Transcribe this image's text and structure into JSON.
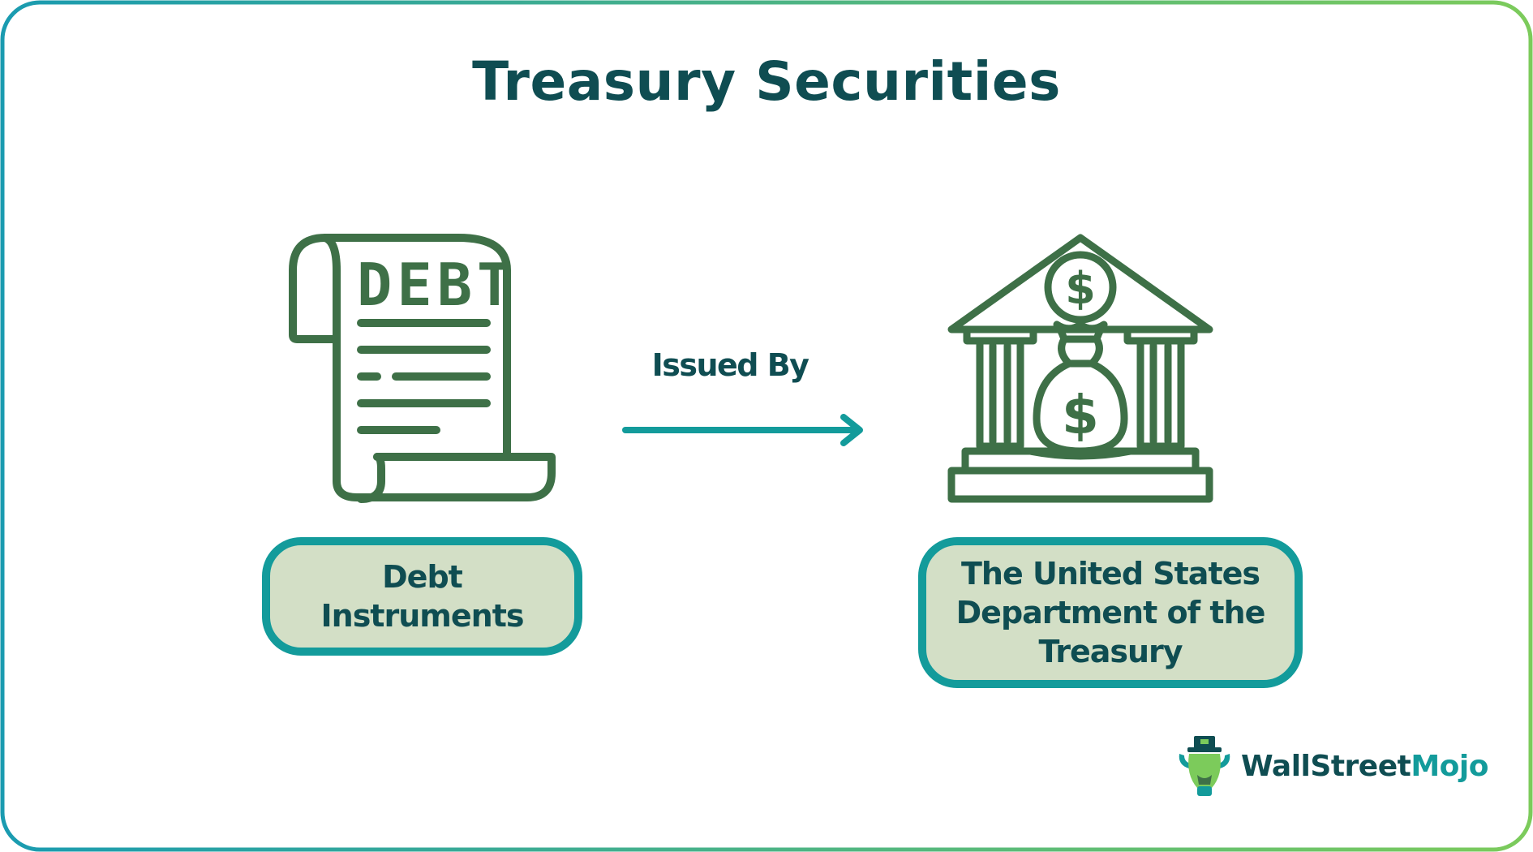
{
  "title": "Treasury Securities",
  "connector": {
    "label": "Issued By"
  },
  "left_node": {
    "icon": "debt-scroll-icon",
    "icon_text": "DEBT",
    "label_lines": [
      "Debt",
      "Instruments"
    ]
  },
  "right_node": {
    "icon": "treasury-bank-icon",
    "label_lines": [
      "The United States",
      "Department of the",
      "Treasury"
    ]
  },
  "logo": {
    "part1": "WallStreet",
    "part2": "Mojo"
  },
  "colors": {
    "title": "#0f4d52",
    "icon_stroke": "#3e7047",
    "box_fill": "#d3dfc6",
    "box_border": "#139b9b",
    "arrow": "#139b9b",
    "frame_start": "#1a9bb0",
    "frame_end": "#7ccb5b"
  }
}
